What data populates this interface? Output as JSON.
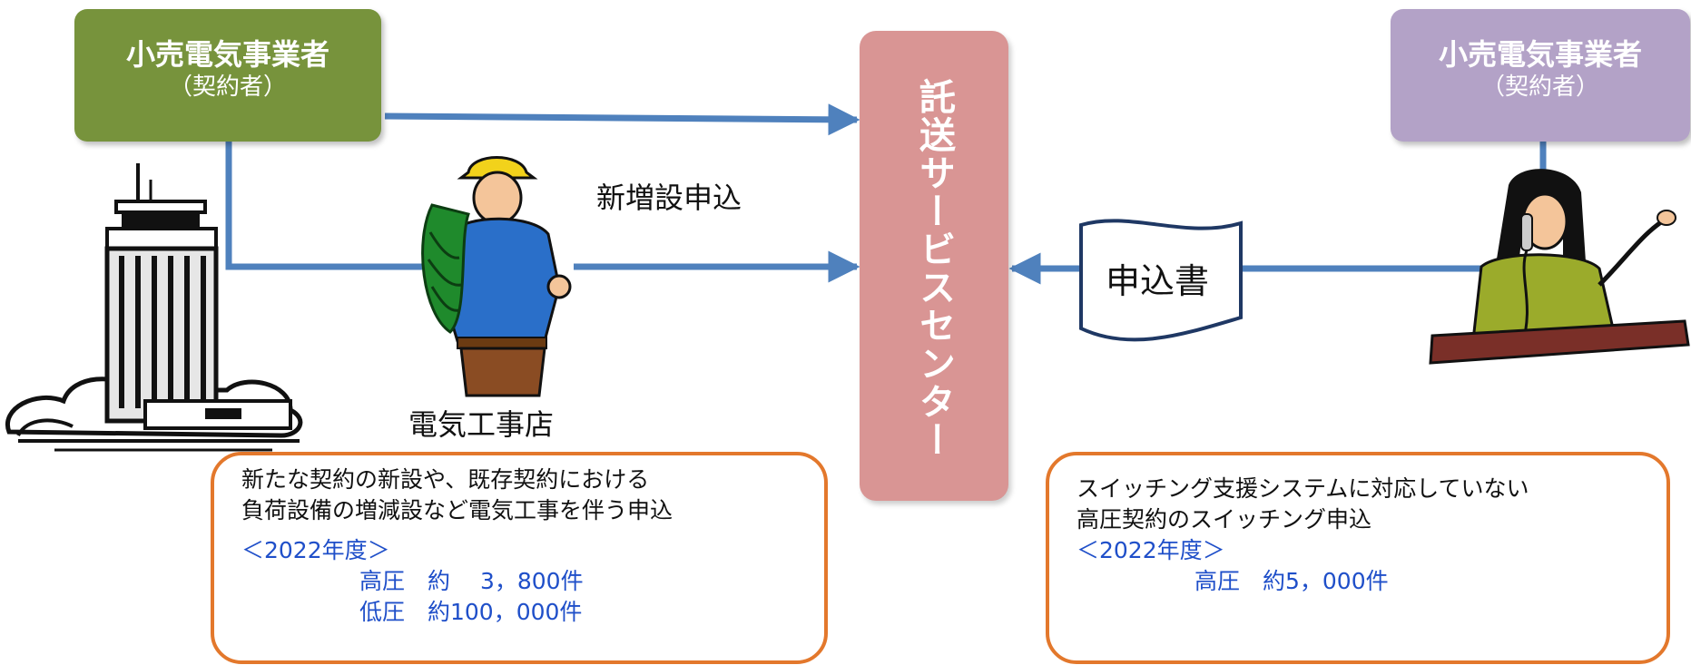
{
  "left_contractor": {
    "title": "小売電気事業者",
    "subtitle": "（契約者）",
    "color": "#77933c"
  },
  "right_contractor": {
    "title": "小売電気事業者",
    "subtitle": "（契約者）",
    "color": "#b3a2c7"
  },
  "center": {
    "label": "託送サービスセンター",
    "color": "#d99594"
  },
  "labels": {
    "new_application": "新増設申込",
    "electrician": "電気工事店",
    "document": "申込書"
  },
  "left_info": {
    "line1": "新たな契約の新設や、既存契約における",
    "line2": "負荷設備の増減設など電気工事を伴う申込",
    "year": "＜2022年度＞",
    "value1": "高圧　約　 3，800件",
    "value2": "低圧　約100，000件"
  },
  "right_info": {
    "line1": "スイッチング支援システムに対応していない",
    "line2": "高圧契約のスイッチング申込",
    "year": "＜2022年度＞",
    "value1": "高圧　約5，000件"
  },
  "colors": {
    "arrow": "#4f81bd",
    "info_border": "#e3782c",
    "info_value": "#1f4fc9"
  },
  "icons": [
    "office-building-icon",
    "construction-worker-icon",
    "telephone-operator-icon"
  ]
}
